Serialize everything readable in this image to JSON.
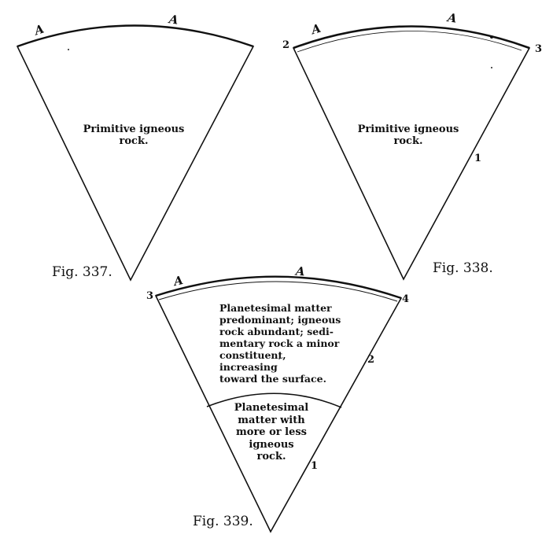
{
  "fig337": {
    "caption": "Fig. 337.",
    "atm_label": "A",
    "body_line1": "Primitive igneous",
    "body_line2": "rock."
  },
  "fig338": {
    "caption": "Fig. 338.",
    "atm_label": "A",
    "body_line1": "Primitive igneous",
    "body_line2": "rock.",
    "num_left": "2",
    "num_right": "3",
    "num_side": "1"
  },
  "fig339": {
    "caption": "Fig. 339.",
    "atm_label": "A",
    "num_left": "3",
    "num_right": "4",
    "num_side_outer": "2",
    "num_side_inner": "1",
    "outer_zone": [
      "Planetesimal matter",
      "predominant; igneous",
      "rock abundant; sedi-",
      "mentary rock a minor",
      "constituent, increasing",
      "toward the surface."
    ],
    "inner_zone": [
      "Planetesimal",
      "matter with",
      "more or less",
      "igneous",
      "rock."
    ]
  }
}
